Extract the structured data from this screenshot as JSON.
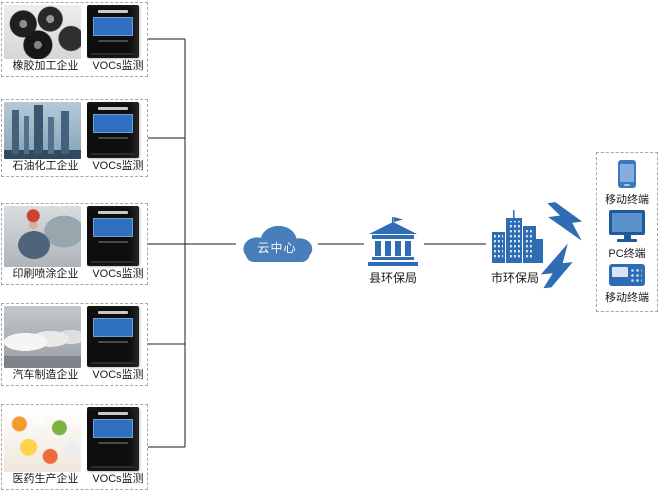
{
  "enterprises": [
    {
      "name": "橡胶加工企业",
      "monitor": "VOCs监测"
    },
    {
      "name": "石油化工企业",
      "monitor": "VOCs监测"
    },
    {
      "name": "印刷喷涂企业",
      "monitor": "VOCs监测"
    },
    {
      "name": "汽车制造企业",
      "monitor": "VOCs监测"
    },
    {
      "name": "医药生产企业",
      "monitor": "VOCs监测"
    }
  ],
  "cloud": {
    "label": "云中心",
    "color": "#4a7ebb"
  },
  "bureaus": {
    "county": {
      "label": "县环保局"
    },
    "city": {
      "label": "市环保局"
    }
  },
  "terminals": [
    {
      "type": "mobile",
      "label": "移动终端"
    },
    {
      "type": "pc",
      "label": "PC终端"
    },
    {
      "type": "handheld",
      "label": "移动终端"
    }
  ],
  "colors": {
    "accent_blue": "#2e6db4",
    "cloud_blue": "#4a7ebb",
    "device_screen_blue": "#2f6fc0",
    "connector_line": "#1a1a1a"
  }
}
